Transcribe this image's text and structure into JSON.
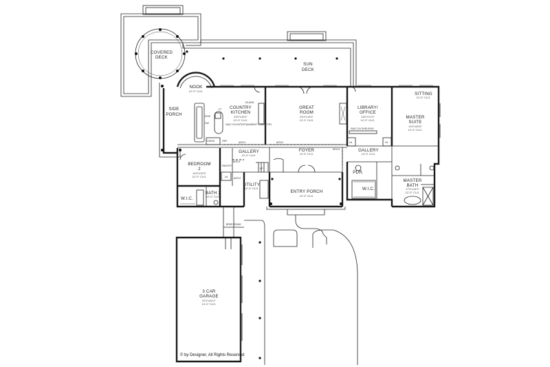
{
  "rooms": {
    "covered_deck": {
      "name_line1": "COVERED",
      "name_line2": "DECK"
    },
    "sun_deck": {
      "name_line1": "SUN",
      "name_line2": "DECK"
    },
    "nook": {
      "name": "NOOK",
      "dim": "12'-0\" CLG."
    },
    "side_porch": {
      "name_line1": "SIDE",
      "name_line2": "PORCH"
    },
    "country_kitchen": {
      "name_line1": "COUNTRY",
      "name_line2": "KITCHEN",
      "dim": "23'0\"x19'2\"",
      "clg": "12'-0\" CLG."
    },
    "great_room": {
      "name_line1": "GREAT",
      "name_line2": "ROOM",
      "dim": "23'4\"x19'2\"",
      "clg": "12'-0\" CLG."
    },
    "library": {
      "name_line1": "LIBRARY/",
      "name_line2": "OFFICE",
      "dim": "13'0\"x17'0\"",
      "clg": "12'-0\" CLG."
    },
    "sitting": {
      "name": "SITTING",
      "clg": "12'-0\" CLG."
    },
    "master_suite": {
      "name_line1": "MASTER",
      "name_line2": "SUITE",
      "dim": "14'0\"x20'6\"",
      "clg": "12'-0\" CLG."
    },
    "bedroom2": {
      "name_line1": "BEDROOM",
      "name_line2": "2",
      "dim": "14'4\"x12'0\"",
      "clg": "12'-0\" CLG."
    },
    "gallery_left": {
      "name": "GALLERY",
      "clg": "12'-0\" CLG."
    },
    "gallery_right": {
      "name": "GALLERY",
      "clg": "12'-0\" CLG."
    },
    "foyer": {
      "name": "FOYER",
      "clg": "12'-0\" CLG."
    },
    "entry_porch": {
      "name": "ENTRY PORCH",
      "clg": "12'-0\" CLG."
    },
    "utility": {
      "name": "UTILITY",
      "clg": "12'-0\" CLG."
    },
    "bath2": {
      "name": "BATH 2",
      "clg": "12'-0\" CLG."
    },
    "wic_left": {
      "name": "W.I.C."
    },
    "wic_right": {
      "name": "W.I.C."
    },
    "pdr": {
      "name": "PDR."
    },
    "master_bath": {
      "name_line1": "MASTER",
      "name_line2": "BATH",
      "dim": "17'0\"x14'2\"",
      "clg": "12'-0\" CLG."
    },
    "pantry": {
      "name": "PANTRY"
    },
    "garage": {
      "name_line1": "3 CAR",
      "name_line2": "GARAGE",
      "dim": "22'4\"x41'2\"",
      "clg": "10'-0\" CLG."
    }
  },
  "labels": {
    "breezeway": "BREEZEWAY",
    "inland": "ISLAND",
    "built_in_shelving": "BUILT-IN SHELVING",
    "built_in_cabinetry": "BUILT-IN ENTERTAINMENT CABINETRY",
    "ovens": "OVENS",
    "ref": "REF",
    "arch_1": "ARCH",
    "arch_2": "ARCH",
    "arch_3": "ARCH",
    "arch_4": "ARCH",
    "arch_5": "ARCH",
    "ln_1": "LN",
    "ln_2": "LN",
    "ln_3": "LN",
    "up": "UP",
    "sink": "SINK",
    "dw": "DW",
    "ct": "CT"
  },
  "copyright": "© by Designer, All Rights Reserved"
}
